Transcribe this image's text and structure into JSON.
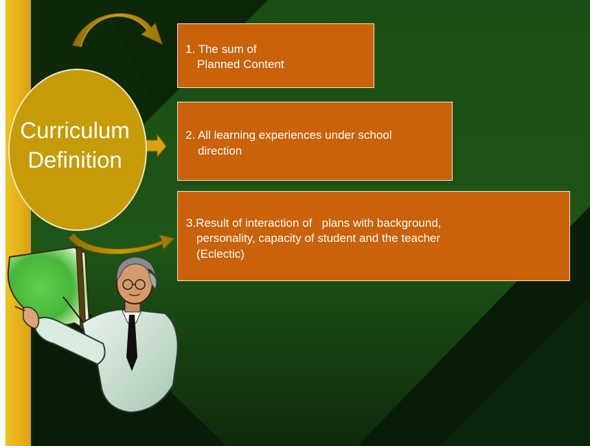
{
  "slide": {
    "colors": {
      "background_dark": "#0a1f08",
      "background_green": "#1e5316",
      "side_bar": "#e8b417",
      "ellipse_fill": "#c69b08",
      "box_fill": "#c9620a",
      "box_border": "#f6e6cf",
      "arrow": "#b48a06",
      "text": "#ffffff"
    },
    "central_concept": {
      "line1": "Curriculum",
      "line2": "Definition"
    },
    "definitions": [
      {
        "line1": "1. The sum of",
        "line2": "Planned Content"
      },
      {
        "line1": "2. All learning experiences under school",
        "line2": "direction"
      },
      {
        "line1": "3.Result of interaction of   plans with background,",
        "line2": "personality, capacity of student and the teacher",
        "line3": "(Eclectic)"
      }
    ],
    "clipart": {
      "icon": "teacher-pointing-at-board-icon"
    }
  }
}
